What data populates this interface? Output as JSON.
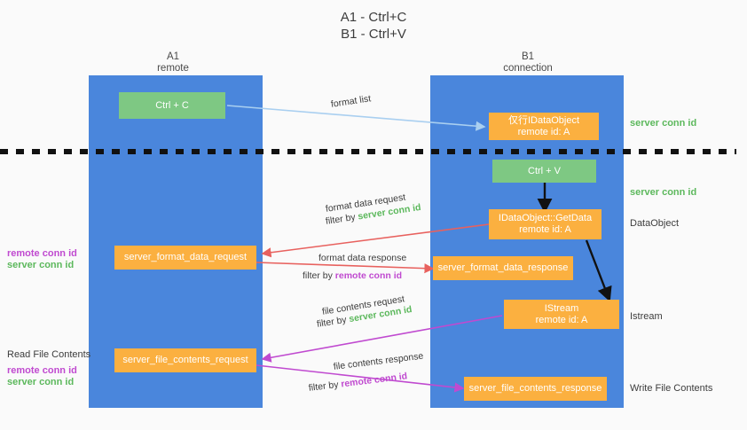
{
  "title": {
    "line1": "A1 - Ctrl+C",
    "line2": "B1 - Ctrl+V"
  },
  "columns": {
    "left": {
      "name": "A1",
      "role": "remote"
    },
    "right": {
      "name": "B1",
      "role": "connection"
    }
  },
  "colors": {
    "lane": "#4a86dc",
    "green_box": "#7ec883",
    "orange_box": "#fbb040",
    "format_arrow": "#e8615e",
    "file_arrow": "#c04ad0",
    "format_list_arrow": "#a9cff0",
    "black_arrow": "#111111",
    "green_text": "#5cb85c",
    "purple_text": "#c04ad0"
  },
  "boxes": {
    "ctrl_c": "Ctrl + C",
    "ctrl_v": "Ctrl + V",
    "idataobject": {
      "line1": "仅行IDataObject",
      "line2": "remote id: A"
    },
    "getdata": {
      "line1": "IDataObject::GetData",
      "line2": "remote id: A"
    },
    "istream": {
      "line1": "IStream",
      "line2": "remote id: A"
    },
    "server_format_data_request": "server_format_data_request",
    "server_format_data_response": "server_format_data_response",
    "server_file_contents_request": "server_file_contents_request",
    "server_file_contents_response": "server_file_contents_response"
  },
  "edges": {
    "format_list": "format list",
    "format_data_request": {
      "line1": "format data request",
      "filter_prefix": "filter by ",
      "filter_value": "server conn id"
    },
    "format_data_response": {
      "line1": "format data response",
      "filter_prefix": "filter by ",
      "filter_value": "remote conn id"
    },
    "file_contents_request": {
      "line1": "file contents request",
      "filter_prefix": "filter by ",
      "filter_value": "server conn id"
    },
    "file_contents_response": {
      "line1": "file contents response",
      "filter_prefix": "filter by ",
      "filter_value": "remote conn id"
    }
  },
  "right_labels": {
    "server_conn_id_top": "server conn id",
    "server_conn_id_mid": "server conn id",
    "dataobject": "DataObject",
    "istream": "Istream",
    "write_file_contents": "Write File Contents"
  },
  "left_labels": {
    "remote_conn_id_1": "remote conn id",
    "server_conn_id_1": "server conn id",
    "read_file_contents": "Read File Contents",
    "remote_conn_id_2": "remote conn id",
    "server_conn_id_2": "server conn id"
  }
}
